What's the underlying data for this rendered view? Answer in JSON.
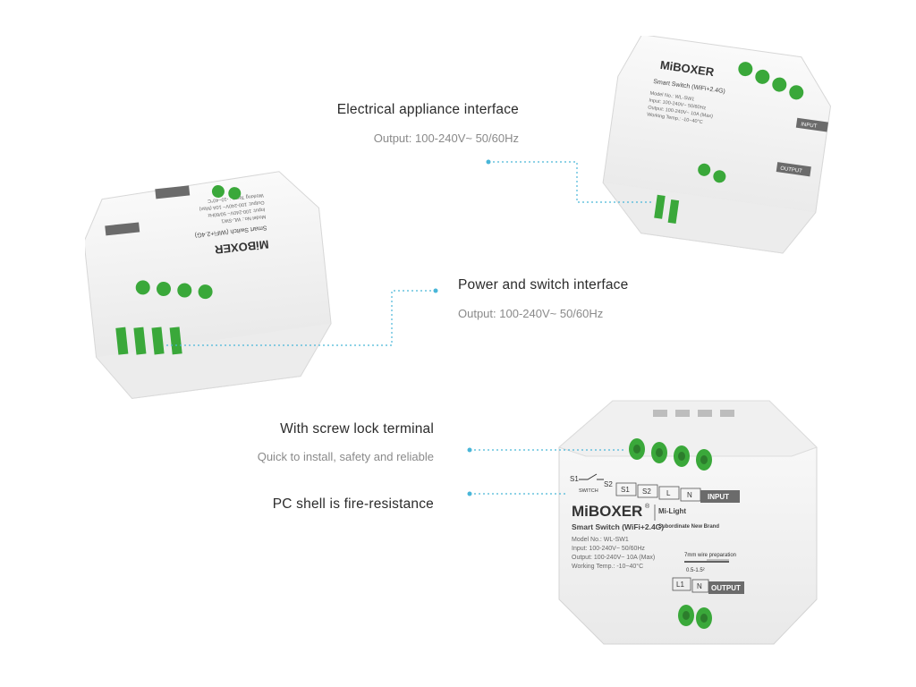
{
  "callouts": [
    {
      "title": "Electrical appliance interface",
      "subtitle": "Output: 100-240V~ 50/60Hz"
    },
    {
      "title": "Power and switch interface",
      "subtitle": "Output: 100-240V~ 50/60Hz"
    },
    {
      "title": "With screw lock terminal",
      "subtitle": "Quick to install, safety and reliable"
    },
    {
      "title": "PC shell is fire-resistance",
      "subtitle": ""
    }
  ],
  "device": {
    "brand": "MiBOXER",
    "registered": "®",
    "sub_brand": "Mi-Light",
    "sub_brand_tagline": "Subordinate New Brand",
    "product": "Smart Switch (WiFi+2.4G)",
    "specs": [
      "Model No.: WL-SW1",
      "Input: 100-240V~ 50/60Hz",
      "Output: 100-240V~ 10A (Max)",
      "Working Temp.: -10~40°C"
    ],
    "switch_label": "SWITCH",
    "s1": "S1",
    "s2": "S2",
    "input_terminals": [
      "S1",
      "S2",
      "L",
      "N"
    ],
    "input_label": "INPUT",
    "output_terminals": [
      "L1",
      "N"
    ],
    "output_label": "OUTPUT",
    "wire_prep": "7mm wire preparation",
    "wire_size": "0.5-1.5²"
  },
  "colors": {
    "terminal_green": "#3aa83a",
    "guide_line": "#49b6d8",
    "label_bar": "#6b6b6b"
  }
}
